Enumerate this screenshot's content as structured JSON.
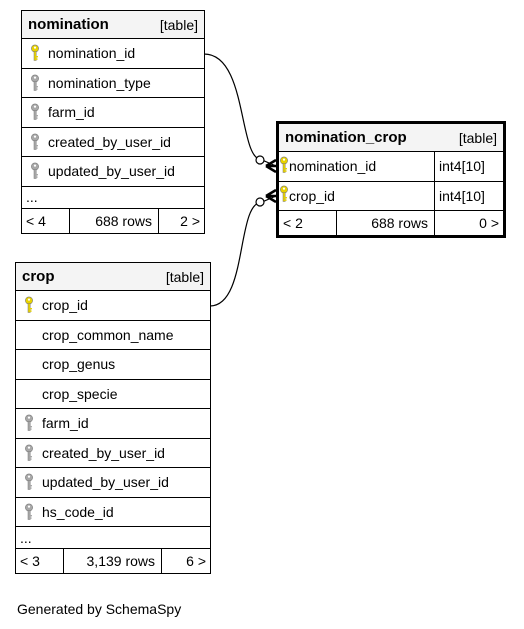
{
  "tables": {
    "nomination": {
      "name": "nomination",
      "kind": "[table]",
      "columns": [
        {
          "name": "nomination_id",
          "key": "primary"
        },
        {
          "name": "nomination_type",
          "key": "foreign"
        },
        {
          "name": "farm_id",
          "key": "foreign"
        },
        {
          "name": "created_by_user_id",
          "key": "foreign"
        },
        {
          "name": "updated_by_user_id",
          "key": "foreign"
        }
      ],
      "ellipsis": "...",
      "footer": {
        "left": "< 4",
        "rows": "688 rows",
        "right": "2 >"
      }
    },
    "nomination_crop": {
      "name": "nomination_crop",
      "kind": "[table]",
      "columns": [
        {
          "name": "nomination_id",
          "type": "int4[10]",
          "key": "primary"
        },
        {
          "name": "crop_id",
          "type": "int4[10]",
          "key": "primary"
        }
      ],
      "footer": {
        "left": "< 2",
        "rows": "688 rows",
        "right": "0 >"
      }
    },
    "crop": {
      "name": "crop",
      "kind": "[table]",
      "columns": [
        {
          "name": "crop_id",
          "key": "primary"
        },
        {
          "name": "crop_common_name",
          "key": "none"
        },
        {
          "name": "crop_genus",
          "key": "none"
        },
        {
          "name": "crop_specie",
          "key": "none"
        },
        {
          "name": "farm_id",
          "key": "foreign"
        },
        {
          "name": "created_by_user_id",
          "key": "foreign"
        },
        {
          "name": "updated_by_user_id",
          "key": "foreign"
        },
        {
          "name": "hs_code_id",
          "key": "foreign"
        }
      ],
      "ellipsis": "...",
      "footer": {
        "left": "< 3",
        "rows": "3,139 rows",
        "right": "6 >"
      }
    }
  },
  "colors": {
    "primary_key": "#e8d200",
    "foreign_key": "#a8a8a8",
    "header_bg": "#f4f4f4"
  },
  "caption": "Generated by SchemaSpy"
}
